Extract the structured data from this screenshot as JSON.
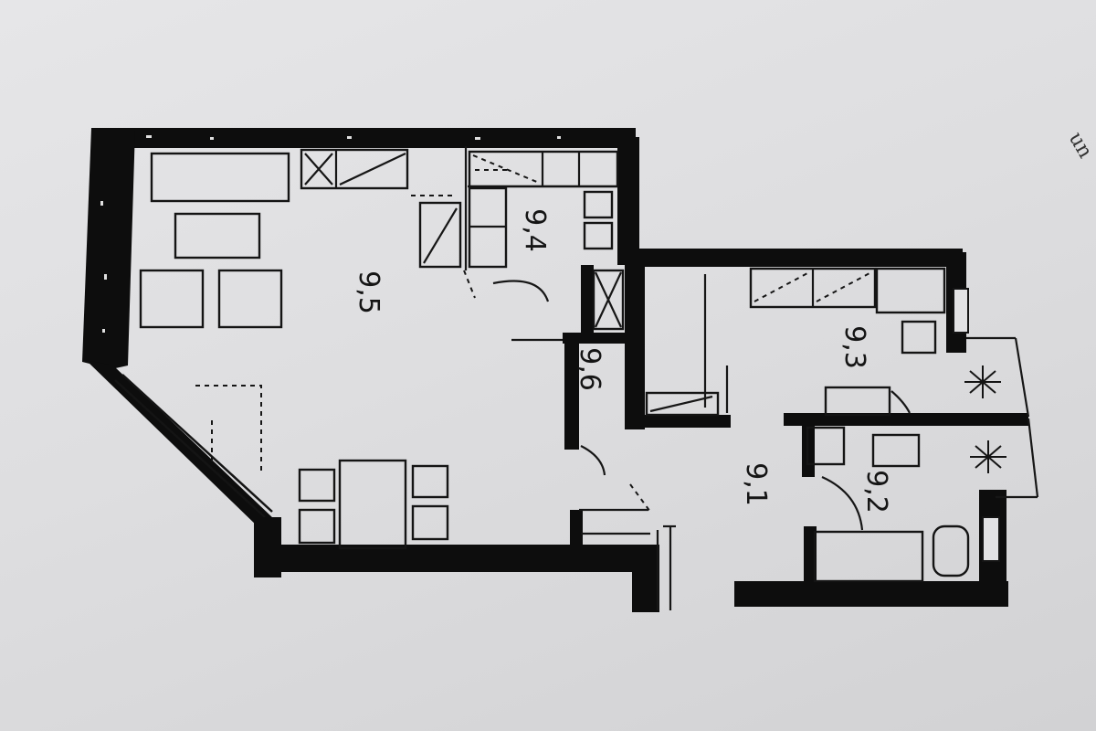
{
  "plan": {
    "rooms": [
      {
        "id": "living",
        "label": "9,5"
      },
      {
        "id": "kitchen",
        "label": "9,4"
      },
      {
        "id": "hall_closet",
        "label": "9,6"
      },
      {
        "id": "bedroom",
        "label": "9,3"
      },
      {
        "id": "corridor",
        "label": "9,1"
      },
      {
        "id": "bathroom",
        "label": "9,2"
      }
    ],
    "margin_note": "un"
  }
}
